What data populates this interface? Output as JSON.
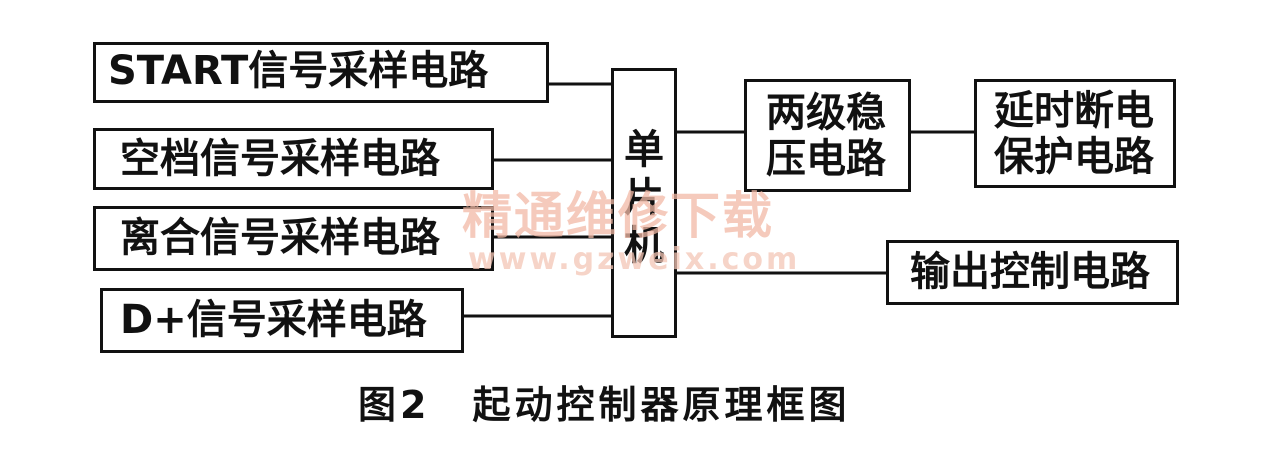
{
  "diagram": {
    "inputs": [
      {
        "label": "START信号采样电路"
      },
      {
        "label": "空档信号采样电路"
      },
      {
        "label": "离合信号采样电路"
      },
      {
        "label": "D+信号采样电路"
      }
    ],
    "mcu": {
      "label": "单片机",
      "chars": [
        "单",
        "片",
        "机"
      ]
    },
    "regulator": {
      "line1": "两级稳",
      "line2": "压电路"
    },
    "protection": {
      "line1": "延时断电",
      "line2": "保护电路"
    },
    "output": {
      "label": "输出控制电路"
    }
  },
  "caption": "图2　起动控制器原理框图",
  "watermark": {
    "line1": "精通维修下载",
    "line2": "www.gzweix.com"
  }
}
